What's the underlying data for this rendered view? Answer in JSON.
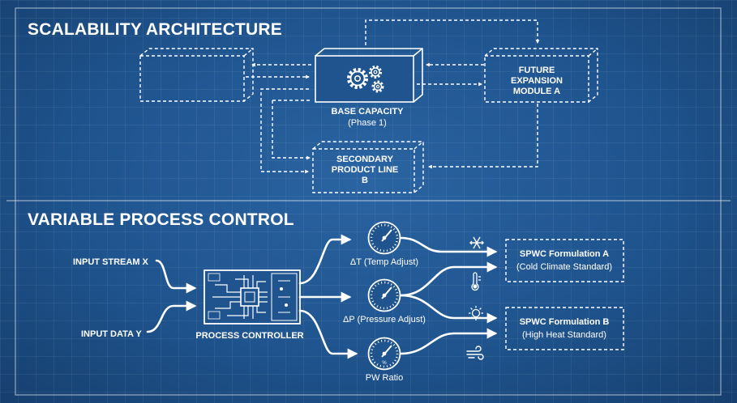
{
  "scalability": {
    "heading": "SCALABILITY ARCHITECTURE",
    "base": {
      "line1": "BASE CAPACITY",
      "line2": "(Phase 1)"
    },
    "future": {
      "line1": "FUTURE",
      "line2": "EXPANSION",
      "line3": "MODULE A"
    },
    "secondary": {
      "line1": "SECONDARY",
      "line2": "PRODUCT LINE",
      "line3": "B"
    }
  },
  "process": {
    "heading": "VARIABLE PROCESS CONTROL",
    "input_stream": "INPUT STREAM X",
    "input_data": "INPUT DATA Y",
    "controller": "PROCESS CONTROLLER",
    "gauge_temp": "ΔT (Temp Adjust)",
    "gauge_pressure": "ΔP (Pressure Adjust)",
    "gauge_pw": "PW Ratio",
    "gauge_pw_scale": "% ",
    "formula_a": {
      "line1": "SPWC Formulation A",
      "line2": "(Cold Climate Standard)"
    },
    "formula_b": {
      "line1": "SPWC Formulation B",
      "line2": "(High Heat Standard)"
    }
  },
  "icons": [
    "gears-icon",
    "chip-icon",
    "snowflake-icon",
    "thermometer-icon",
    "sun-icon",
    "wind-icon"
  ]
}
